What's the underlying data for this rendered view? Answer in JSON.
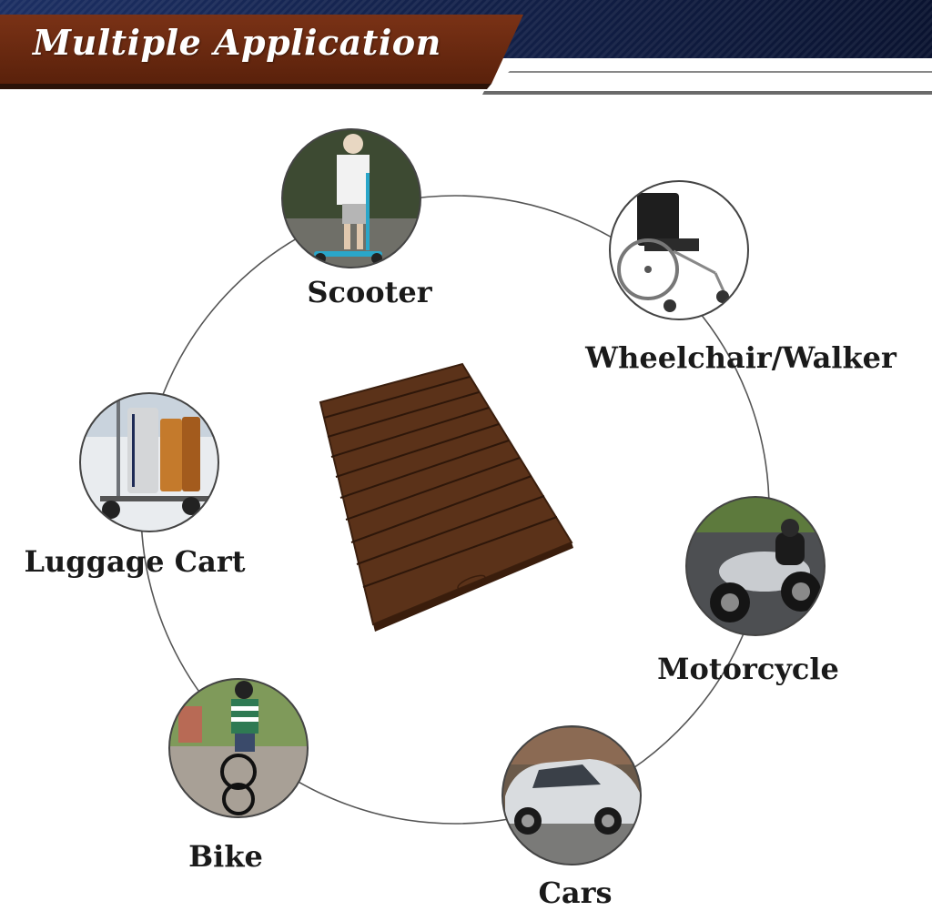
{
  "banner": {
    "title": "Multiple Application",
    "colors": {
      "brown": "#6b2a12",
      "navy": "#0e1a3c"
    }
  },
  "ramp": {
    "name": "wooden-ramp",
    "color": "#6a3d22"
  },
  "applications": [
    {
      "id": "scooter",
      "label": "Scooter",
      "icon": "scooter-photo"
    },
    {
      "id": "wheelchair",
      "label": "Wheelchair/Walker",
      "icon": "wheelchair-photo"
    },
    {
      "id": "motorcycle",
      "label": "Motorcycle",
      "icon": "motorcycle-photo"
    },
    {
      "id": "cars",
      "label": "Cars",
      "icon": "car-photo"
    },
    {
      "id": "bike",
      "label": "Bike",
      "icon": "bike-photo"
    },
    {
      "id": "luggage",
      "label": "Luggage Cart",
      "icon": "luggage-cart-photo"
    }
  ]
}
